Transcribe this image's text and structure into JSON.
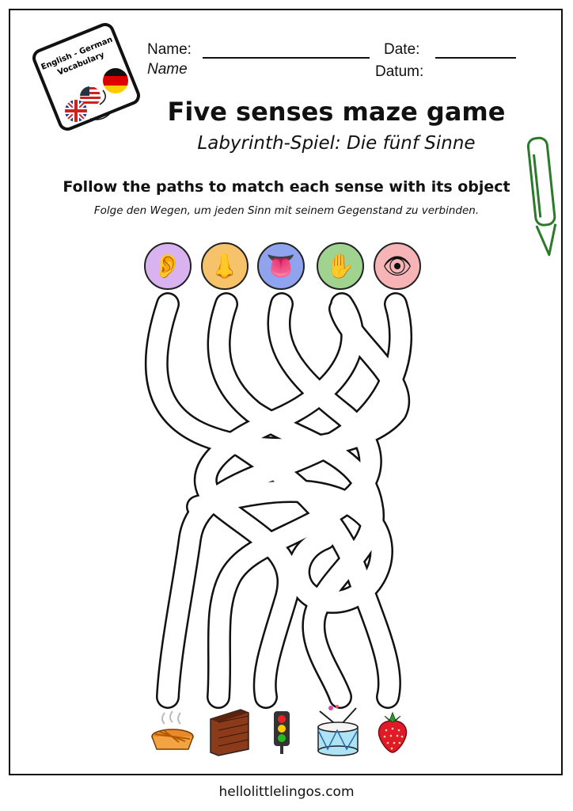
{
  "header": {
    "name_label": "Name:",
    "name_label_de": "Name",
    "date_label": "Date:",
    "date_label_de": "Datum:"
  },
  "badge": {
    "line1": "English - German",
    "line2": "Vocabulary"
  },
  "title": "Five senses maze game",
  "subtitle": "Labyrinth-Spiel: Die fünf Sinne",
  "instruction": "Follow the paths to match each sense with its object",
  "instruction_de": "Folge den Wegen, um jeden Sinn mit seinem Gegenstand zu verbinden.",
  "senses": [
    {
      "icon": "ear-icon",
      "glyph": "👂",
      "color": "#d9b3f0"
    },
    {
      "icon": "nose-icon",
      "glyph": "👃",
      "color": "#f6c36b"
    },
    {
      "icon": "mouth-icon",
      "glyph": "👅",
      "color": "#8fa3ee"
    },
    {
      "icon": "hand-icon",
      "glyph": "✋",
      "color": "#9fd38f"
    },
    {
      "icon": "eye-icon",
      "glyph": "👁",
      "color": "#f7b4b6"
    }
  ],
  "objects": [
    {
      "icon": "pie-icon"
    },
    {
      "icon": "brick-wall-icon"
    },
    {
      "icon": "traffic-light-icon"
    },
    {
      "icon": "drum-icon"
    },
    {
      "icon": "strawberry-icon"
    }
  ],
  "footer": "hellolittlelingos.com"
}
